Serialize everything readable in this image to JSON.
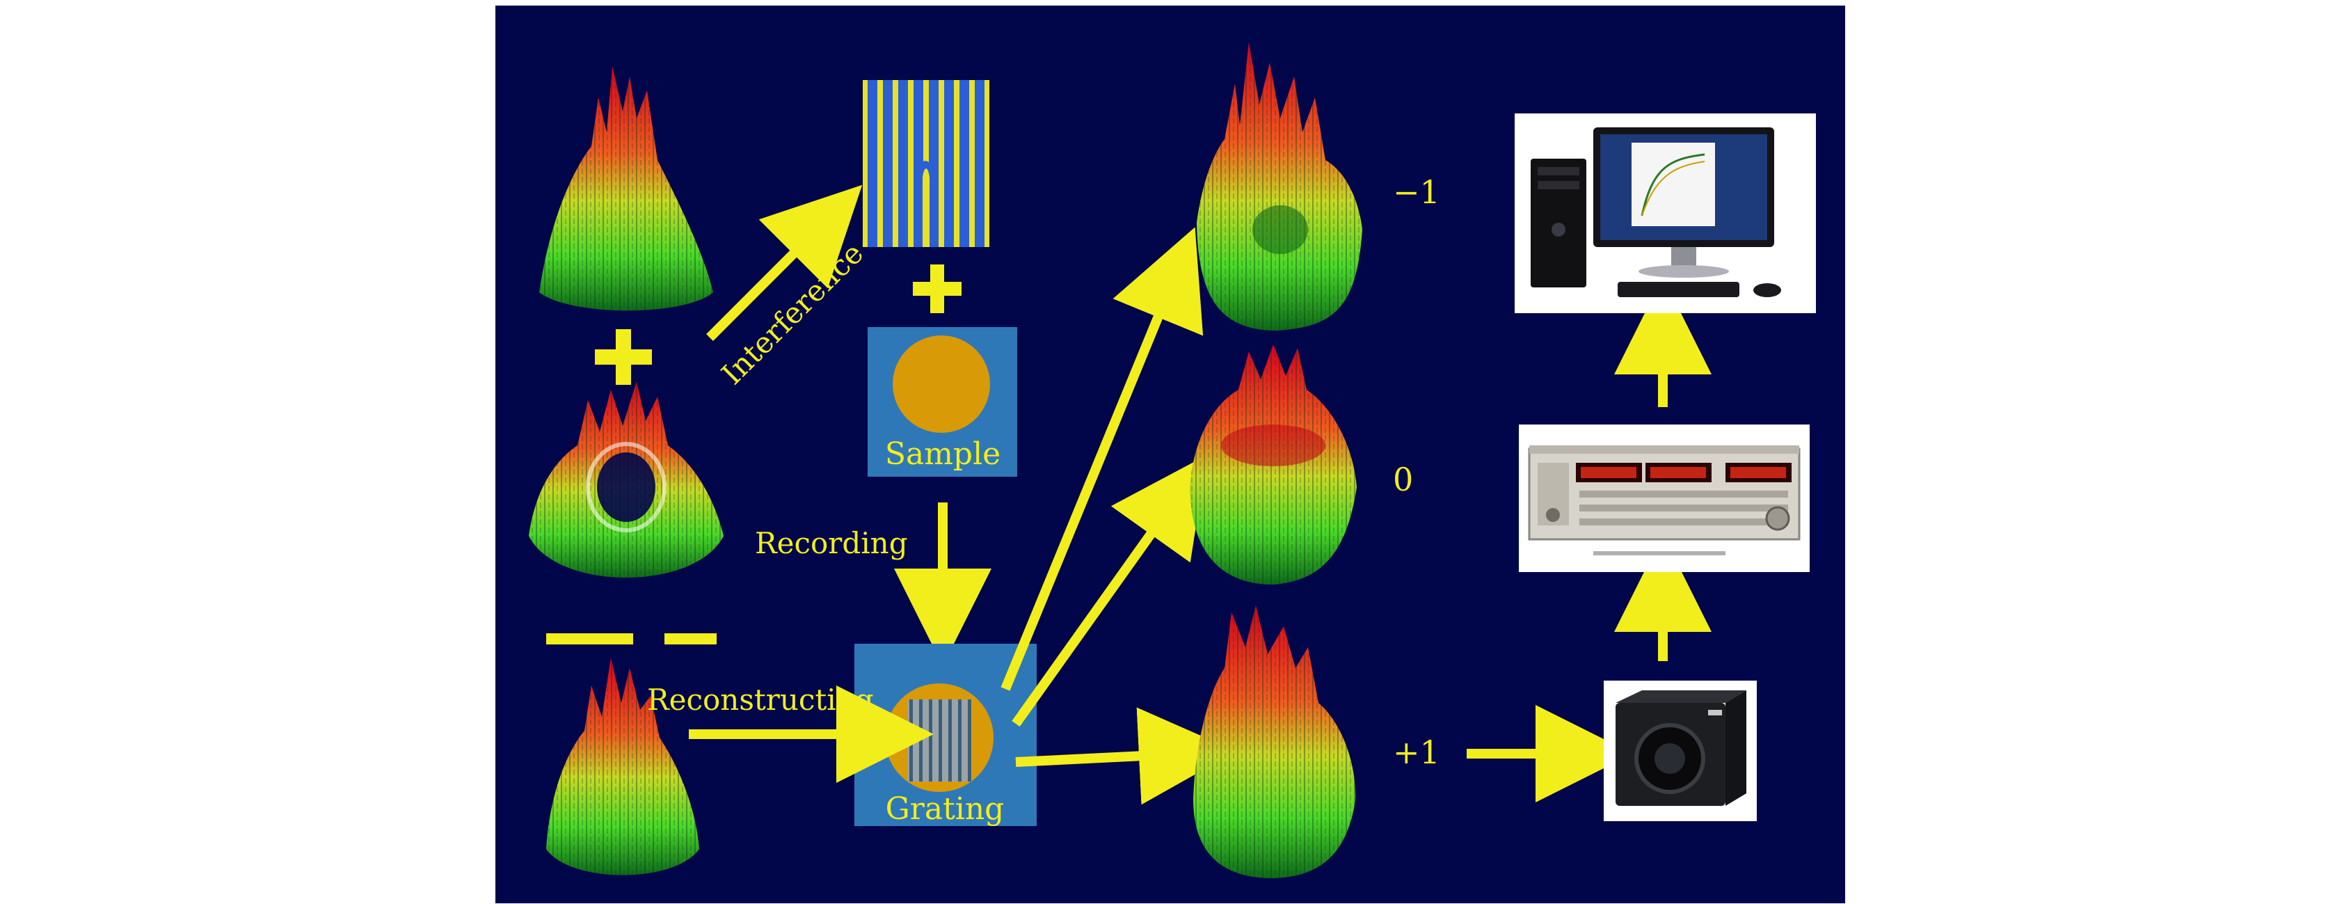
{
  "labels": {
    "interference": "Interference",
    "sample": "Sample",
    "recording": "Recording",
    "reconstructing": "Reconstructing",
    "grating": "Grating"
  },
  "orders": {
    "minus_one": "−1",
    "zero": "0",
    "plus_one": "+1"
  },
  "symbols": {
    "plus": "+",
    "minus": "−"
  },
  "devices": {
    "computer": "computer-icon",
    "amplifier": "lock-in-amplifier-icon",
    "camera": "camera-icon"
  },
  "colors": {
    "background": "#01064a",
    "accent": "#f2ee1c",
    "panel_blue": "#2f78b8",
    "disk_gold": "#d89a06"
  }
}
